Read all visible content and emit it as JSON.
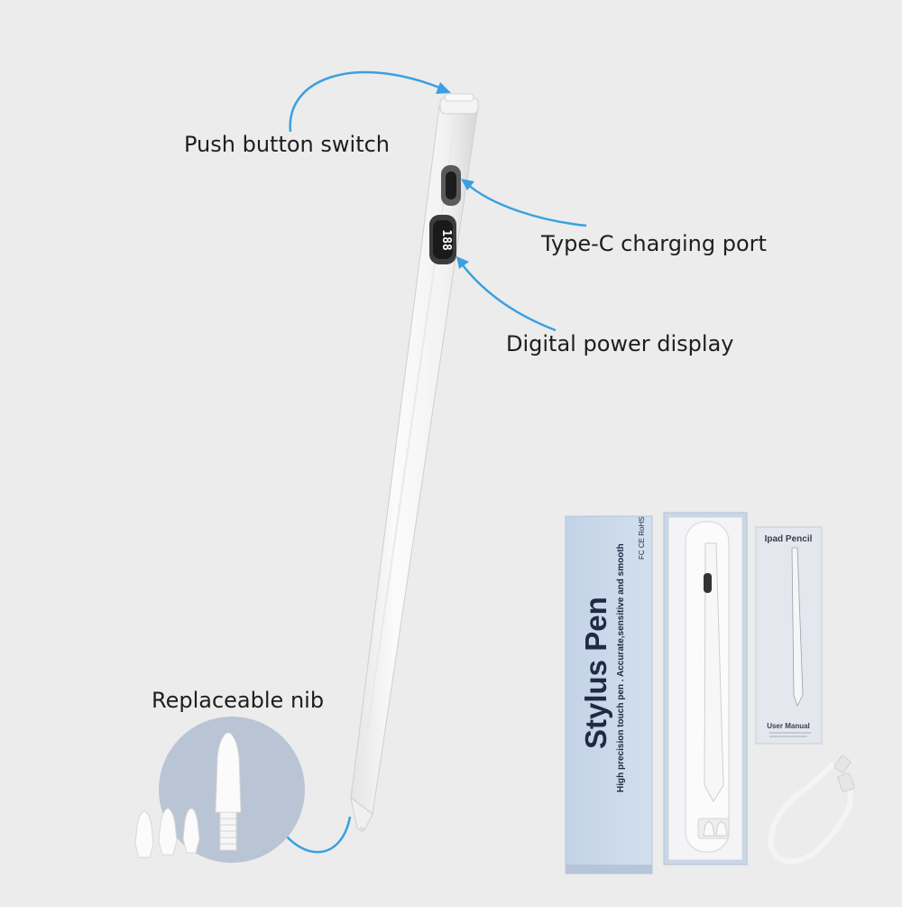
{
  "callouts": {
    "push_button": "Push button switch",
    "type_c": "Type-C charging port",
    "power_display": "Digital power display",
    "nib": "Replaceable nib"
  },
  "pen": {
    "display_digits": "188"
  },
  "packaging": {
    "box_title": "Stylus Pen",
    "box_subtitle": "High precision touch pen . Accurate,sensitive and smooth",
    "box_marks": "FC CE RoHS",
    "manual_title": "Ipad Pencil",
    "manual_footer": "User Manual"
  },
  "colors": {
    "background": "#ececec",
    "arrow": "#3aa0e0",
    "pen": "#f6f6f6",
    "nib_circle": "#b9c4d4",
    "box": "#c9d7e8"
  },
  "icons": [
    "arrow-icon",
    "stylus-pen-icon",
    "usb-cable-icon"
  ]
}
